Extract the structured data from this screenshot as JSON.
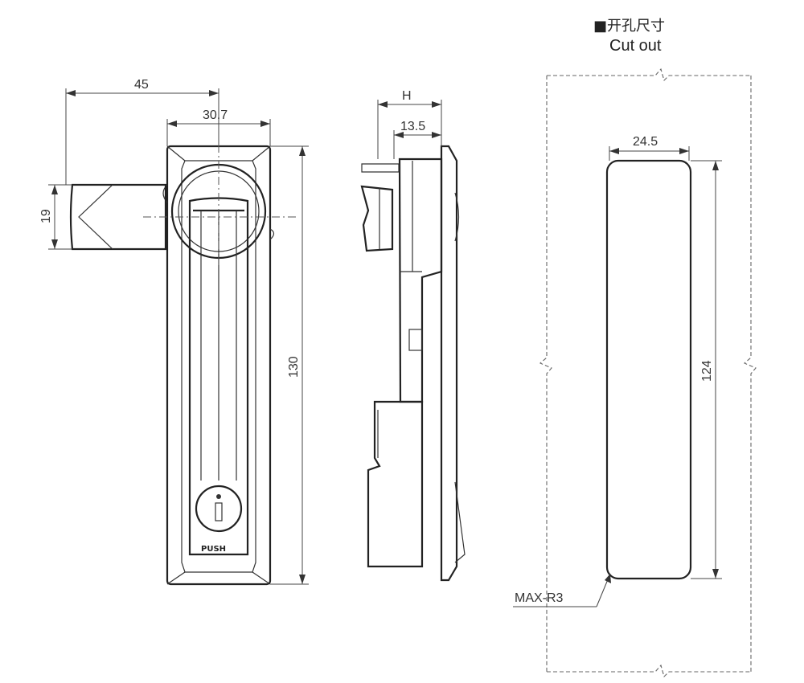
{
  "title": {
    "cn": "■开孔尺寸",
    "en": "Cut out"
  },
  "front_view": {
    "dim_width_total": "45",
    "dim_width_body": "30.7",
    "dim_height": "130",
    "dim_handle": "19",
    "handle_label": "PUSH"
  },
  "side_view": {
    "dim_h": "H",
    "dim_depth": "13.5"
  },
  "cutout": {
    "dim_width": "24.5",
    "dim_height": "124",
    "radius": "MAX-R3"
  }
}
